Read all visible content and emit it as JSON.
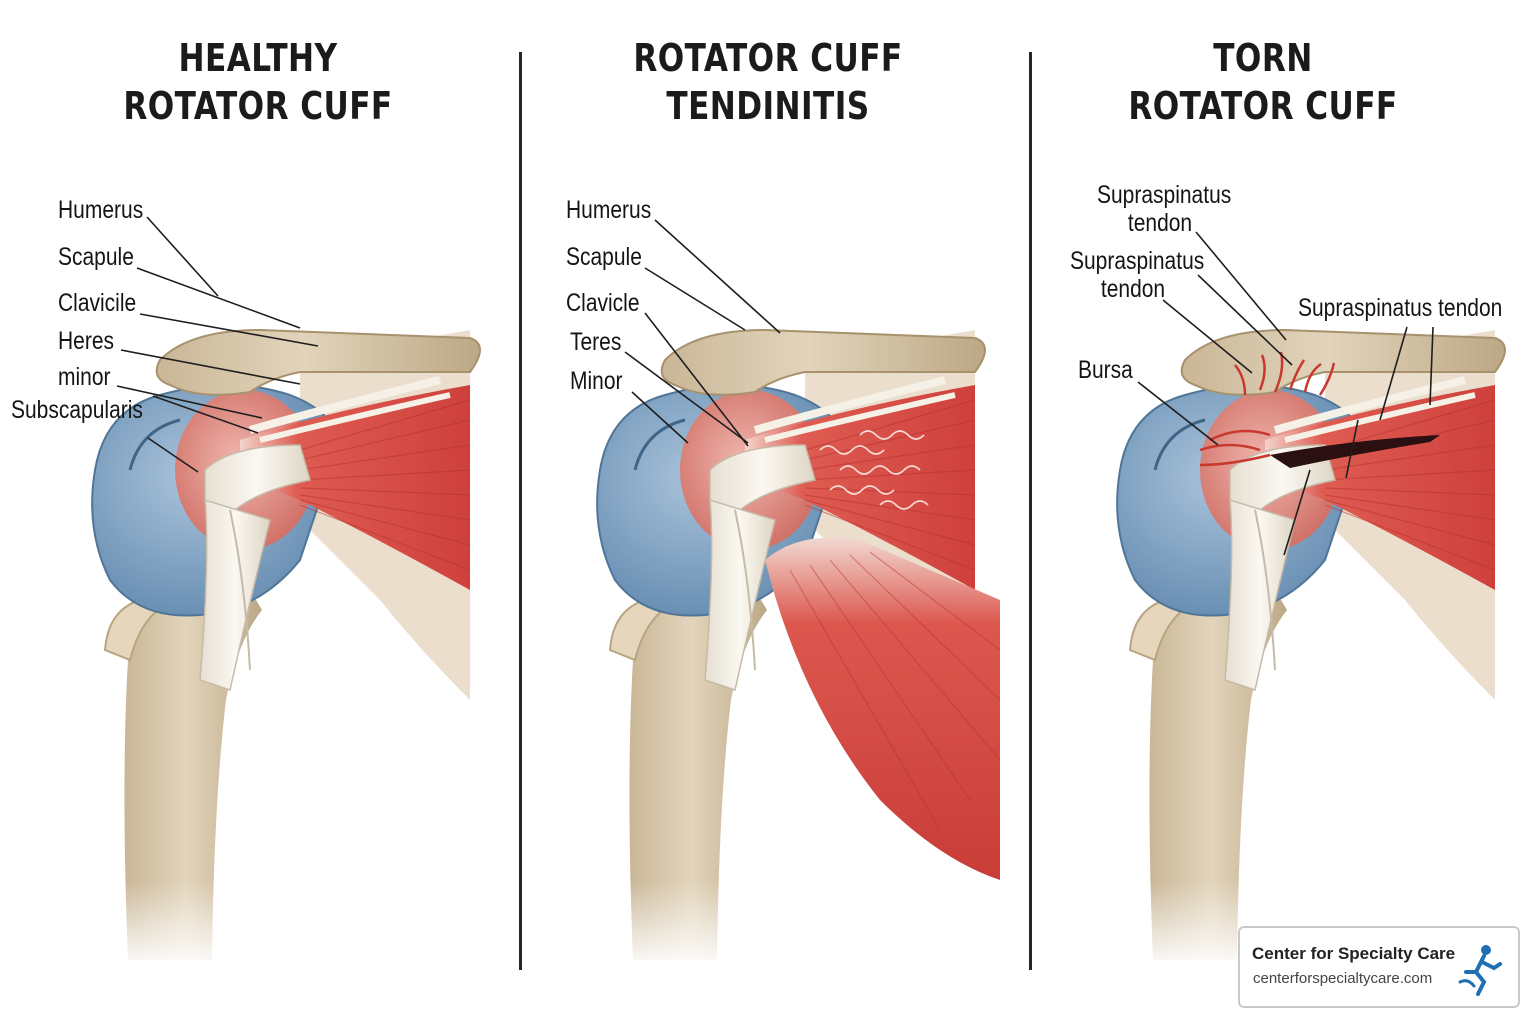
{
  "panels": [
    {
      "title_line1": "HEALTHY",
      "title_line2": "ROTATOR CUFF",
      "labels": {
        "humerus": "Humerus",
        "scapule": "Scapule",
        "clavicile": "Clavicile",
        "heres": "Heres",
        "minor": "minor",
        "subscapularis": "Subscapularis"
      }
    },
    {
      "title_line1": "ROTATOR CUFF",
      "title_line2": "TENDINITIS",
      "labels": {
        "humerus": "Humerus",
        "scapule": "Scapule",
        "clavicle": "Clavicle",
        "teres": "Teres",
        "minor": "Minor"
      }
    },
    {
      "title_line1": "TORN",
      "title_line2": "ROTATOR CUFF",
      "labels": {
        "supra1_line1": "Supraspinatus",
        "supra1_line2": "tendon",
        "supra2_line1": "Supraspinatus",
        "supra2_line2": "tendon",
        "supra3": "Supraspinatus tendon",
        "bursa": "Bursa"
      }
    }
  ],
  "logo": {
    "name": "Center for Specialty Care",
    "url": "centerforspecialtycare.com"
  },
  "colors": {
    "bone": "#d8c8ad",
    "bone_shade": "#b8a384",
    "cartilage_blue": "#7fa3c4",
    "muscle_red": "#d9504a",
    "tendon_white": "#f1ece3",
    "divider": "#262626",
    "logo_blue": "#1f6fb3"
  },
  "icons": [
    "runner-logo-icon"
  ]
}
